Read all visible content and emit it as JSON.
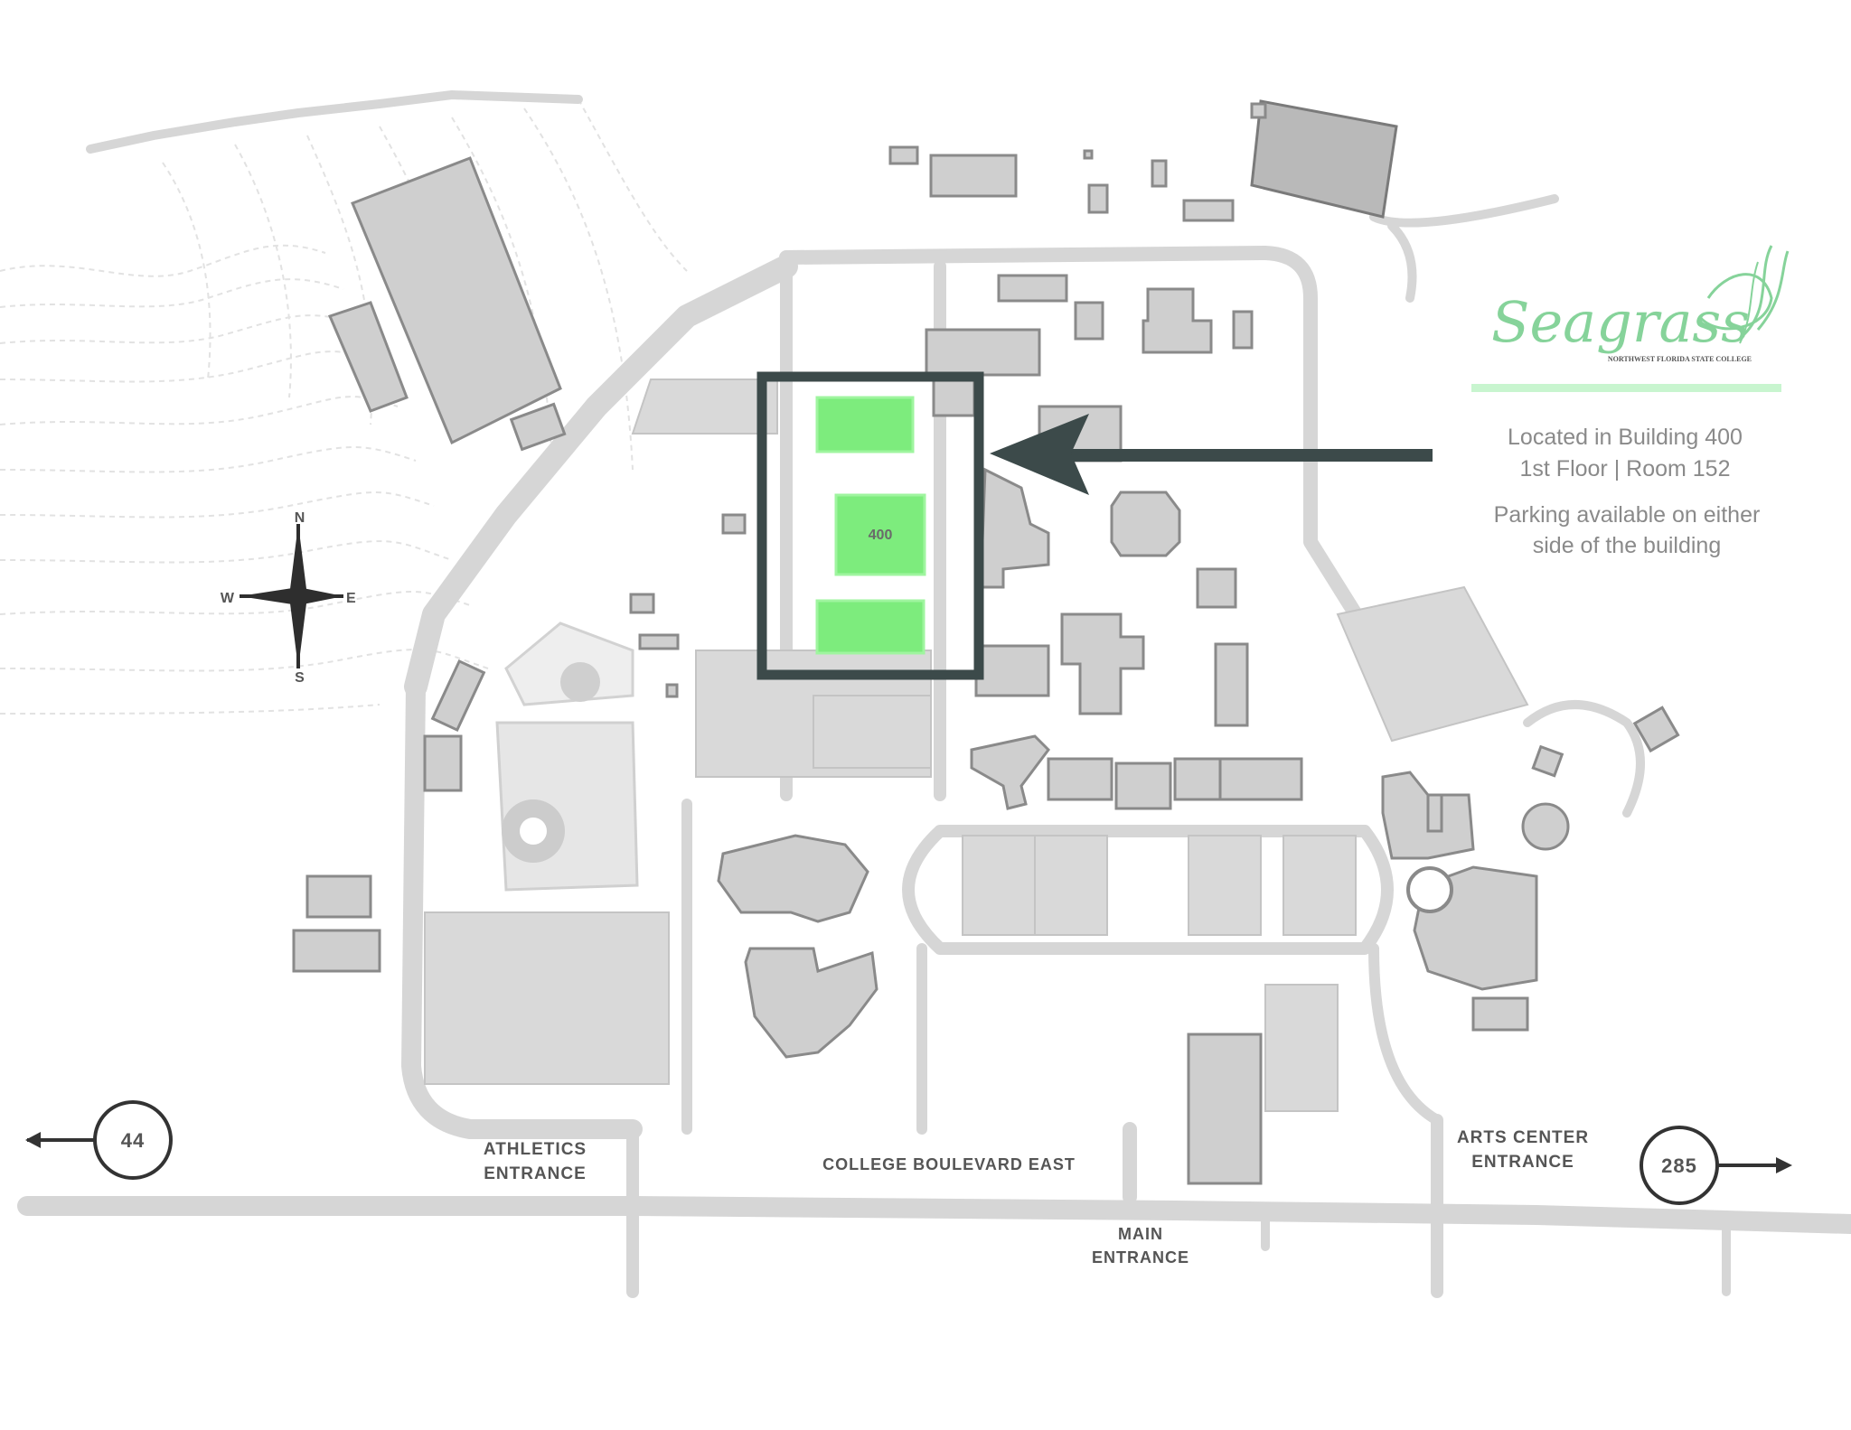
{
  "logo": {
    "name": "Seagrass",
    "tagline": "NORTHWEST FLORIDA STATE COLLEGE"
  },
  "info": {
    "location_line1": "Located in Building 400",
    "location_line2": "1st Floor | Room 152",
    "parking_line1": "Parking available on either",
    "parking_line2": "side of the building"
  },
  "buildings": {
    "highlight": "400"
  },
  "compass": {
    "north": "N",
    "south": "S",
    "east": "E",
    "west": "W"
  },
  "roads": {
    "left_highway": "44",
    "right_highway": "285",
    "college_blvd": "COLLEGE BOULEVARD EAST",
    "athletics_entrance_1": "ATHLETICS",
    "athletics_entrance_2": "ENTRANCE",
    "arts_center_entrance_1": "ARTS CENTER",
    "arts_center_entrance_2": "ENTRANCE",
    "main_entrance_1": "MAIN",
    "main_entrance_2": "ENTRANCE"
  },
  "colors": {
    "highlight": "#7dec7d",
    "frame": "#3c4a4a",
    "brand": "#86d39a",
    "building": "#cfcfcf"
  }
}
